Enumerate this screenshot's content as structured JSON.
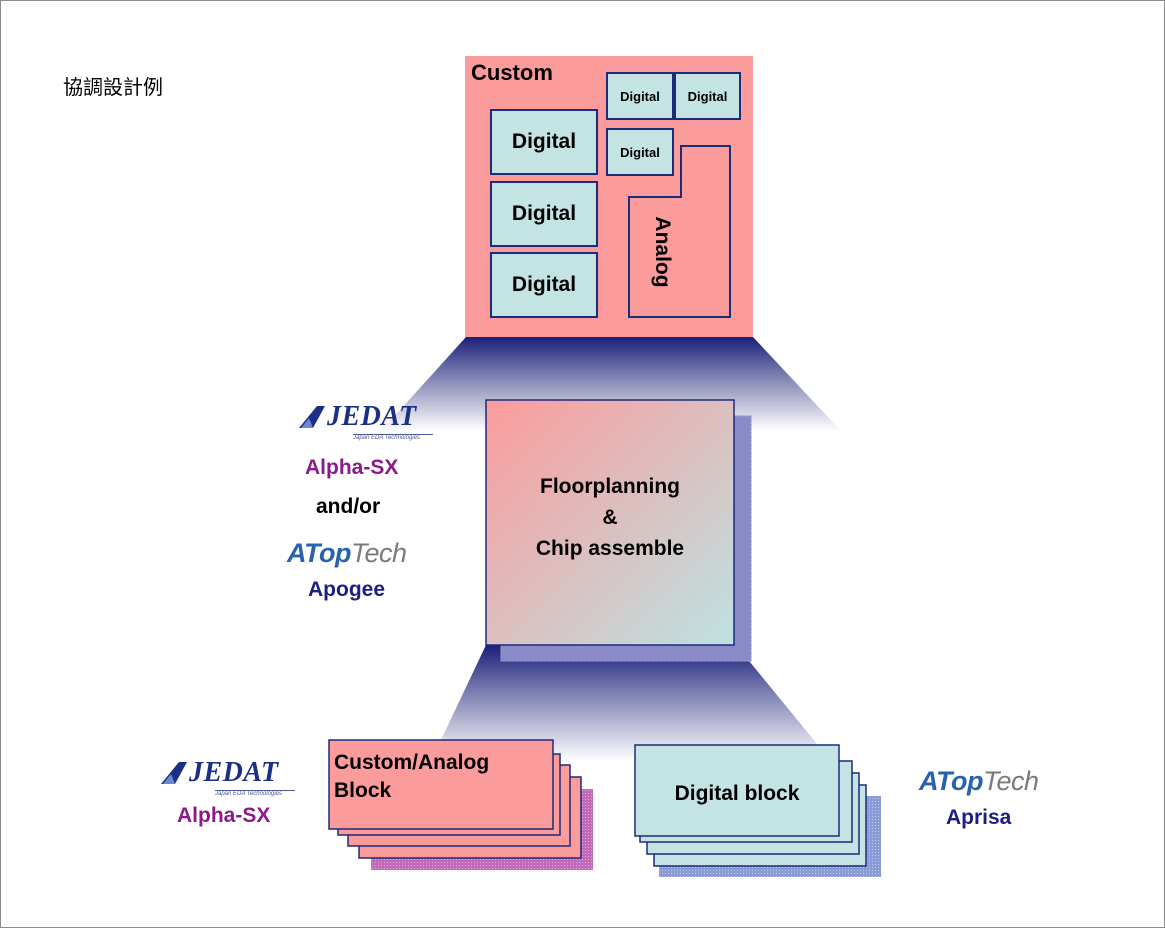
{
  "slide_title": "協調設計例",
  "custom_chip": {
    "label": "Custom",
    "left_blocks": [
      "Digital",
      "Digital",
      "Digital"
    ],
    "top_blocks": [
      "Digital",
      "Digital"
    ],
    "mid_block": "Digital",
    "analog_label": "Analog"
  },
  "center_box": {
    "line1": "Floorplanning",
    "line2": "&",
    "line3": "Chip assemble"
  },
  "left_tools": {
    "jedat_logo": "JEDAT",
    "jedat_tagline": "Japan EDA Technologies",
    "product1": "Alpha-SX",
    "connector": "and/or",
    "atoptech_logo_a": "A",
    "atoptech_logo_top": "Top",
    "atoptech_logo_tech": "Tech",
    "product2": "Apogee"
  },
  "bottom_left": {
    "block_label_line1": "Custom/Analog",
    "block_label_line2": "Block",
    "jedat_logo": "JEDAT",
    "jedat_tagline": "Japan EDA Technologies",
    "product": "Alpha-SX"
  },
  "bottom_right": {
    "block_label": "Digital block",
    "atoptech_logo_a": "A",
    "atoptech_logo_top": "Top",
    "atoptech_logo_tech": "Tech",
    "product": "Aprisa"
  },
  "colors": {
    "custom_fill": "#fc9b9b",
    "digital_fill": "#c4e3e3",
    "block_border": "#1c2b7a",
    "funnel_dark": "#1a1f7a",
    "purple_text": "#8b1a8b",
    "navy_text": "#1c2080"
  }
}
